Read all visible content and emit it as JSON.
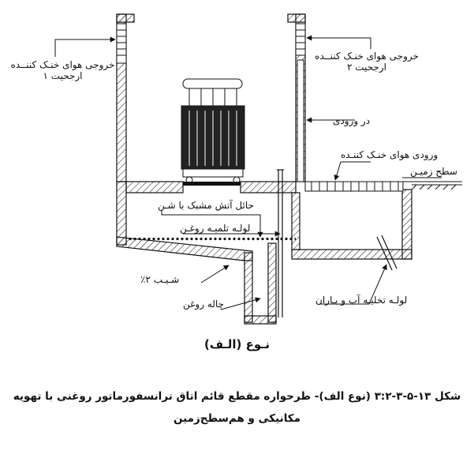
{
  "labels": {
    "exhaust_1_line1": "خروجی هوای خنـک کننــده",
    "exhaust_1_line2": "ارجحیت ۱",
    "exhaust_2_line1": "خروجی هوای خنـک کننــده",
    "exhaust_2_line2": "ارجحیت ۲",
    "entrance_door": "در ورودی",
    "intake": "ورودی هوای خنـک کننـده",
    "ground_level": "سطح زمیـن",
    "fire_grate": "حائل آتش مشبک با شـن",
    "oil_pipe": "لولـه تلمبـه روغـن",
    "slope": "شـیـب ۲٪",
    "oil_pit": "چاله روغن",
    "drain_pipe": "لولـه تخلیـه آب و بـاران"
  },
  "diagram_title": "نـوع (الـف)",
  "caption_line1": "شکل ۱۳-۵-۳-۳:۲ (نوع الف)- طرحواره مقطع قائم اتاق ترانسفورماتور روغنی با تهویه",
  "caption_line2": "مکانیکی و هم‌سطح‌زمین",
  "colors": {
    "line": "#111111",
    "background": "#ffffff"
  }
}
